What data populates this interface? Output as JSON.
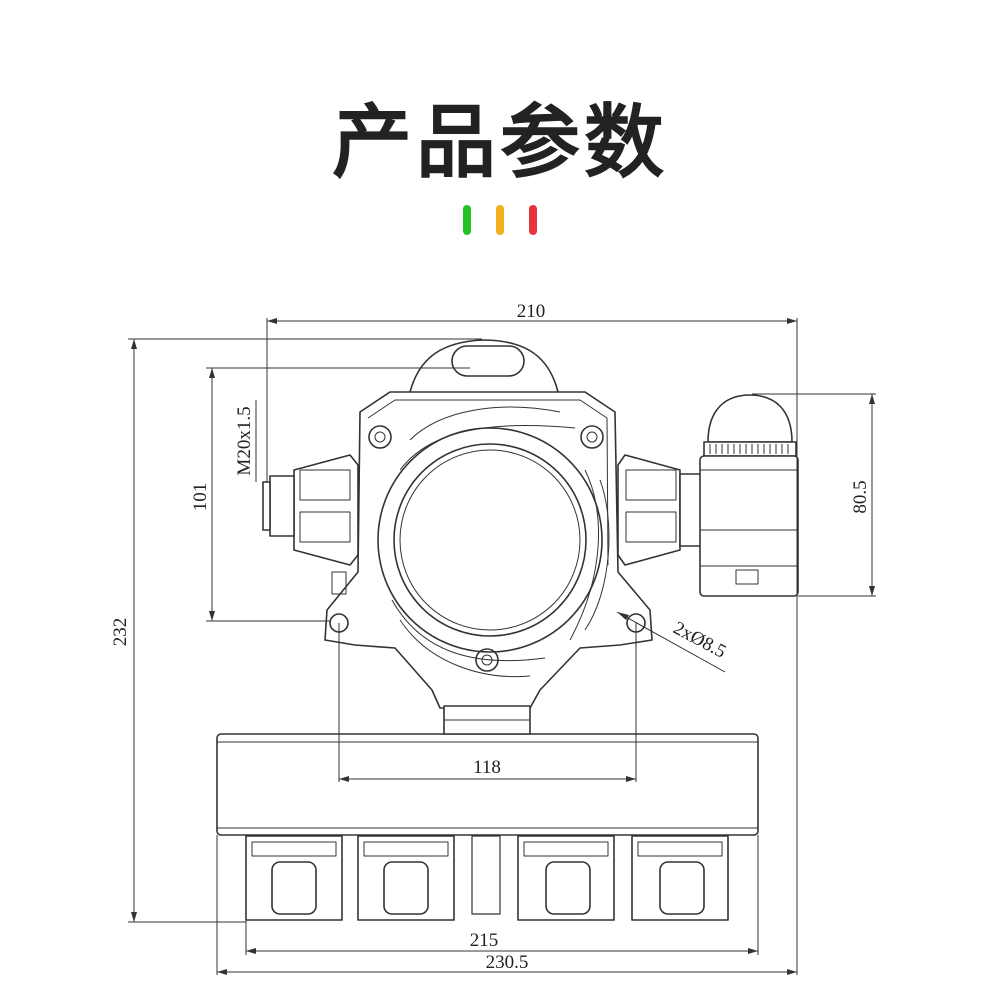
{
  "title": "产品参数",
  "indicator_colors": [
    "#22c425",
    "#f2b01e",
    "#e5343d"
  ],
  "dimensions": {
    "top_width": "210",
    "total_height": "232",
    "body_height": "101",
    "thread": "M20x1.5",
    "beacon_height": "80.5",
    "holes": "2xØ8.5",
    "hole_spacing": "118",
    "base_width": "215",
    "overall_width": "230.5"
  }
}
